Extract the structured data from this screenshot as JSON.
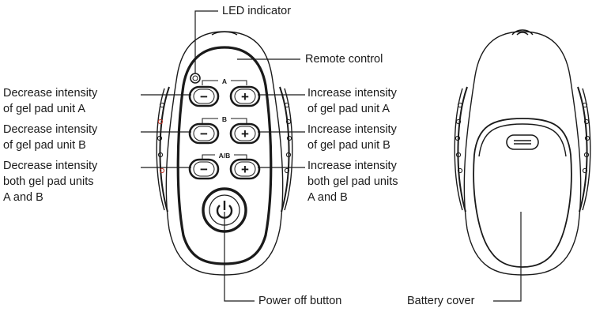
{
  "labels": {
    "led_indicator": "LED indicator",
    "remote_control": "Remote control",
    "decrease_a": [
      "Decrease intensity",
      "of gel pad unit A"
    ],
    "decrease_b": [
      "Decrease intensity",
      "of gel pad unit B"
    ],
    "decrease_ab": [
      "Decrease intensity",
      "both gel pad units",
      "A and B"
    ],
    "increase_a": [
      "Increase intensity",
      "of gel pad unit A"
    ],
    "increase_b": [
      "Increase intensity",
      "of gel pad unit B"
    ],
    "increase_ab": [
      "Increase intensity",
      "both gel pad units",
      "A and B"
    ],
    "power_off": "Power off button",
    "battery_cover": "Battery cover"
  },
  "button_groups": {
    "a": "A",
    "b": "B",
    "ab": "A/B"
  },
  "symbols": {
    "minus": "−",
    "plus": "+",
    "power_icon": "power-icon"
  }
}
